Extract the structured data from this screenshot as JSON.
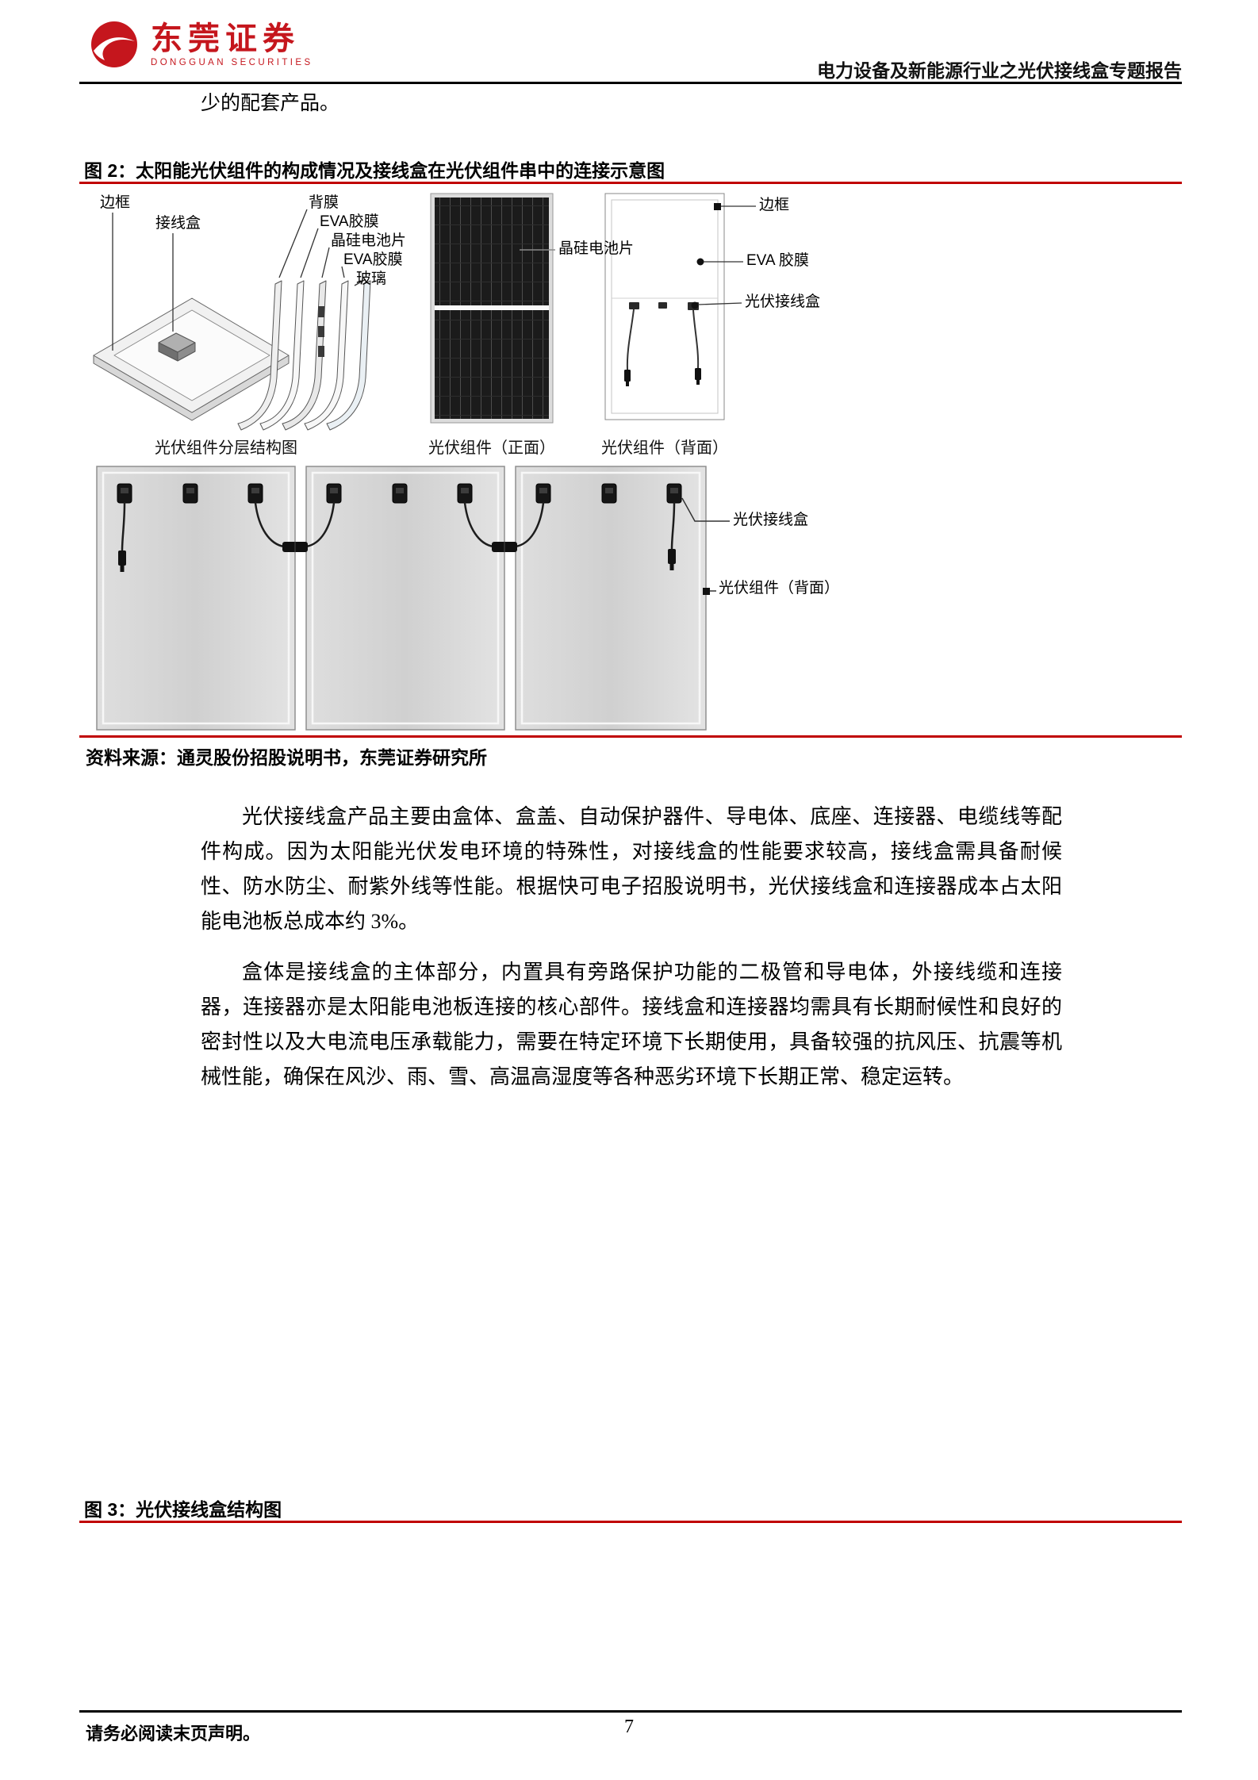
{
  "header": {
    "brand_name": "东莞证券",
    "brand_subtitle": "DONGGUAN SECURITIES",
    "report_title": "电力设备及新能源行业之光伏接线盒专题报告"
  },
  "intro_text": "少的配套产品。",
  "figure2": {
    "title": "图 2：太阳能光伏组件的构成情况及接线盒在光伏组件串中的连接示意图",
    "source": "资料来源：通灵股份招股说明书，东莞证券研究所",
    "exploded": {
      "labels": [
        "边框",
        "接线盒",
        "背膜",
        "EVA胶膜",
        "晶硅电池片",
        "EVA胶膜",
        "玻璃"
      ],
      "caption": "光伏组件分层结构图"
    },
    "front_view": {
      "label": "晶硅电池片",
      "caption": "光伏组件（正面）"
    },
    "back_view": {
      "labels": [
        "边框",
        "EVA 胶膜",
        "光伏接线盒"
      ],
      "caption": "光伏组件（背面）"
    },
    "string_view": {
      "labels": [
        "光伏接线盒",
        "光伏组件（背面）"
      ]
    }
  },
  "paragraphs": [
    "光伏接线盒产品主要由盒体、盒盖、自动保护器件、导电体、底座、连接器、电缆线等配件构成。因为太阳能光伏发电环境的特殊性，对接线盒的性能要求较高，接线盒需具备耐候性、防水防尘、耐紫外线等性能。根据快可电子招股说明书，光伏接线盒和连接器成本占太阳能电池板总成本约 3%。",
    "盒体是接线盒的主体部分，内置具有旁路保护功能的二极管和导电体，外接线缆和连接器，连接器亦是太阳能电池板连接的核心部件。接线盒和连接器均需具有长期耐候性和良好的密封性以及大电流电压承载能力，需要在特定环境下长期使用，具备较强的抗风压、抗震等机械性能，确保在风沙、雨、雪、高温高湿度等各种恶劣环境下长期正常、稳定运转。"
  ],
  "figure3": {
    "title": "图 3：光伏接线盒结构图"
  },
  "footer": {
    "disclaimer": "请务必阅读末页声明。",
    "page_number": "7"
  },
  "colors": {
    "accent_red": "#c00000",
    "brand_red": "#c5161d"
  }
}
